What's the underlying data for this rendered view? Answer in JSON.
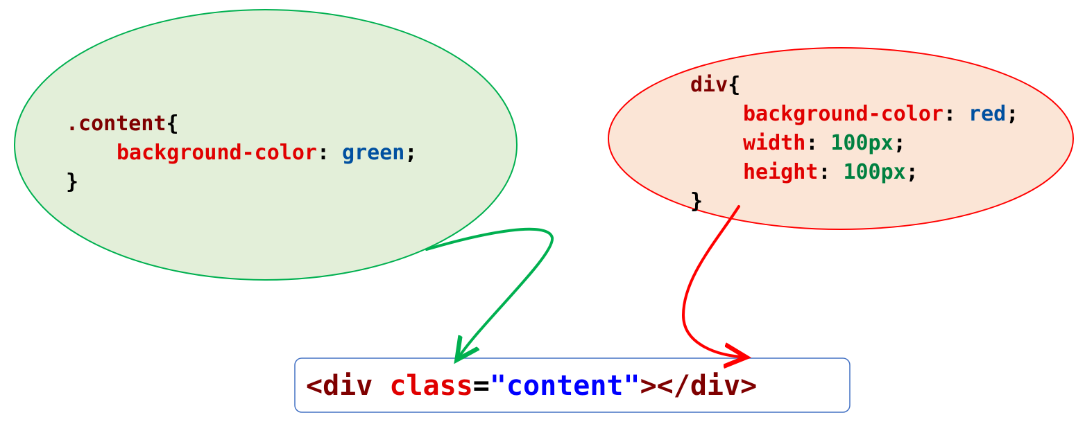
{
  "colors": {
    "selector": "#7f0000",
    "property": "#e00000",
    "punct": "#000000",
    "keyword_value": "#0050a0",
    "number_value": "#008040",
    "tag": "#7f0000",
    "attr": "#e00000",
    "attr_value": "#0000ff",
    "green_bubble_fill": "#e3efd9",
    "green_bubble_stroke": "#00b050",
    "red_bubble_fill": "#fbe5d6",
    "red_bubble_stroke": "#ff0000",
    "html_box_stroke": "#4472c4",
    "green_arrow": "#00b050",
    "red_arrow": "#ff0000"
  },
  "class_rule": {
    "selector": ".content",
    "open_brace": "{",
    "property": "background-color",
    "colon": ":",
    "value": "green",
    "semicolon": ";",
    "close_brace": "}"
  },
  "element_rule": {
    "selector": "div",
    "open_brace": "{",
    "declarations": [
      {
        "property": "background-color",
        "colon": ":",
        "value": "red",
        "semicolon": ";"
      },
      {
        "property": "width",
        "colon": ":",
        "value": "100px",
        "semicolon": ";"
      },
      {
        "property": "height",
        "colon": ":",
        "value": "100px",
        "semicolon": ";"
      }
    ],
    "close_brace": "}"
  },
  "html_element": {
    "open_tag": "<div",
    "attr_name": "class",
    "equals": "=",
    "attr_value": "\"content\"",
    "close_tags": "></div>"
  }
}
